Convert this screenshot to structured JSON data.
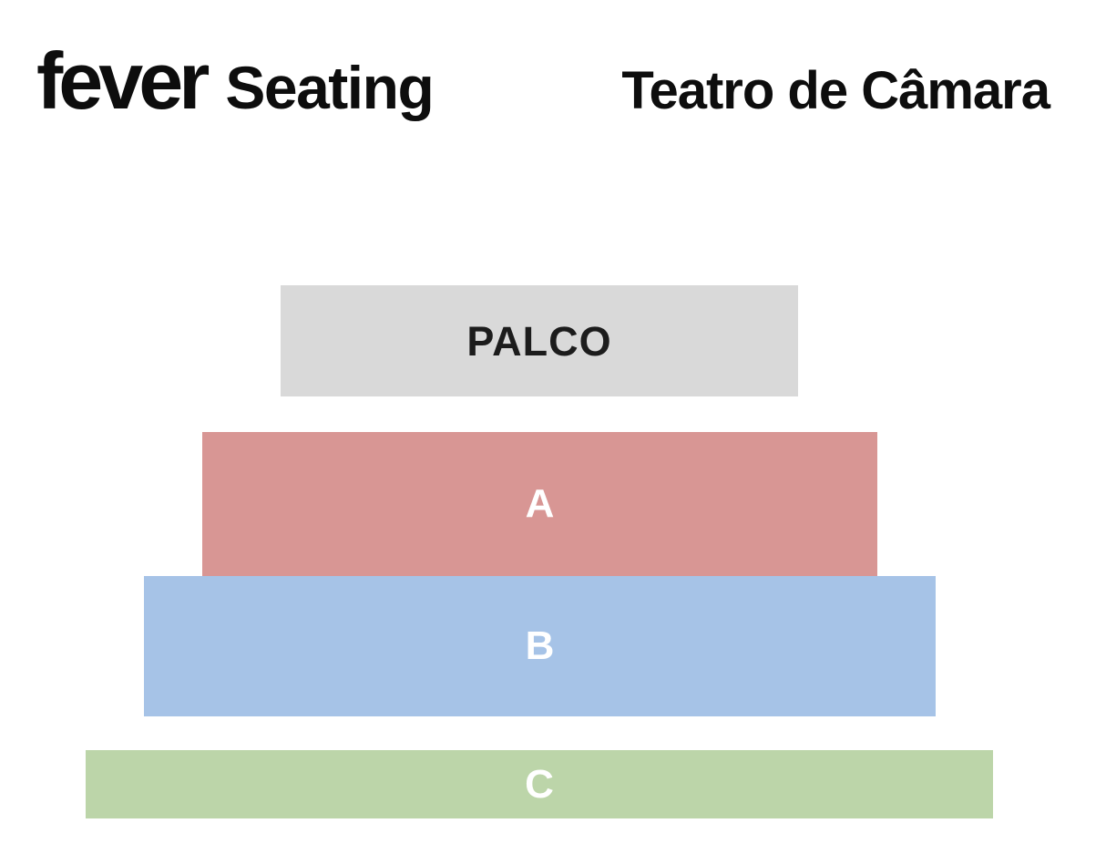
{
  "header": {
    "logo_text": "fever",
    "product_name": "Seating",
    "venue_title": "Teatro de Câmara"
  },
  "seating_map": {
    "stage": {
      "label": "PALCO",
      "color": "#d9d9d9",
      "text_color": "#1c1c1c"
    },
    "sections": [
      {
        "label": "A",
        "color": "#d89694",
        "text_color": "#ffffff"
      },
      {
        "label": "B",
        "color": "#a6c3e7",
        "text_color": "#ffffff"
      },
      {
        "label": "C",
        "color": "#bcd5a9",
        "text_color": "#ffffff"
      }
    ]
  }
}
